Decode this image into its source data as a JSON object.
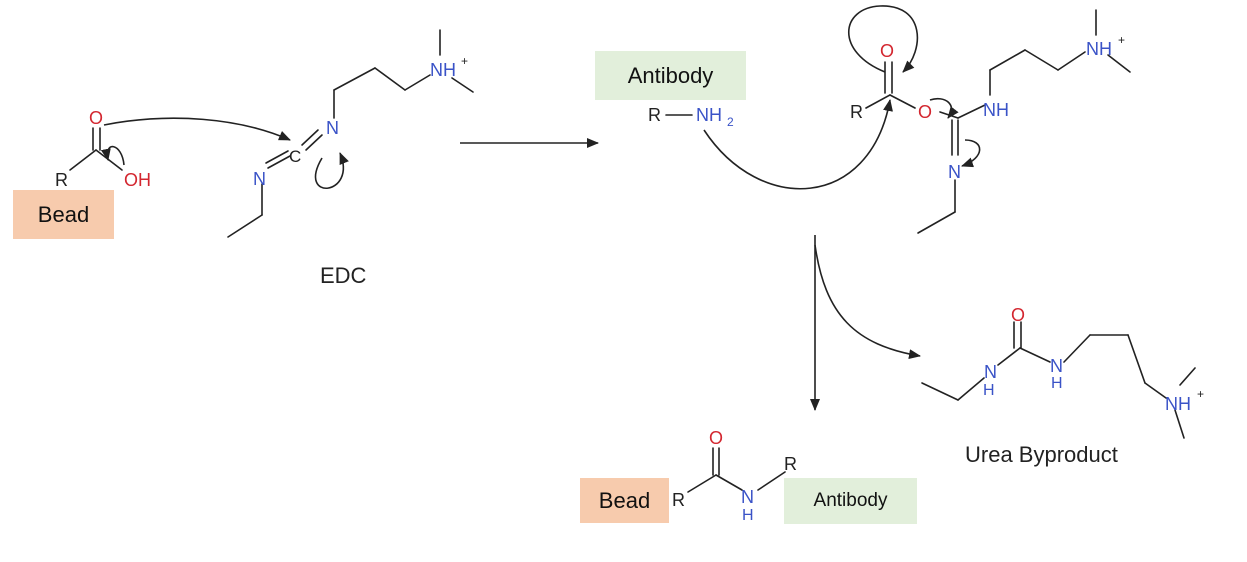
{
  "labels": {
    "bead_1": "Bead",
    "antibody_1": "Antibody",
    "bead_2": "Bead",
    "antibody_2": "Antibody",
    "edc_caption": "EDC",
    "urea_caption": "Urea Byproduct"
  },
  "atoms": {
    "R": "R",
    "O": "O",
    "OH": "OH",
    "H": "H",
    "N": "N",
    "NH": "NH",
    "NH_plus": "NH",
    "plus": "+",
    "C": "C",
    "NH2": "NH",
    "sub2": "2"
  },
  "colors": {
    "bead_box": "#f7cbad",
    "antibody_box": "#e2efdb",
    "nitrogen": "#3a53c7",
    "oxygen": "#d3262f",
    "bond": "#222222"
  }
}
